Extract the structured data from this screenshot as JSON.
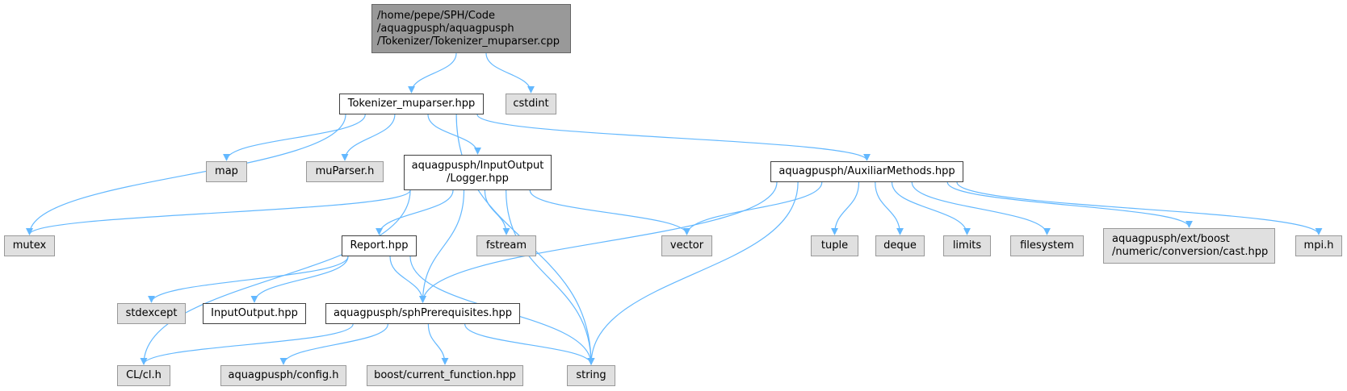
{
  "edge_color": "#63b8ff",
  "nodes": {
    "root": {
      "lines": [
        "/home/pepe/SPH/Code",
        "/aquagpusph/aquagpusph",
        "/Tokenizer/Tokenizer_muparser.cpp"
      ]
    },
    "tokenizer": {
      "lines": [
        "Tokenizer_muparser.hpp"
      ]
    },
    "cstdint": {
      "lines": [
        "cstdint"
      ]
    },
    "map": {
      "lines": [
        "map"
      ]
    },
    "muparser": {
      "lines": [
        "muParser.h"
      ]
    },
    "logger": {
      "lines": [
        "aquagpusph/InputOutput",
        "/Logger.hpp"
      ]
    },
    "auxiliar": {
      "lines": [
        "aquagpusph/AuxiliarMethods.hpp"
      ]
    },
    "mutex": {
      "lines": [
        "mutex"
      ]
    },
    "report": {
      "lines": [
        "Report.hpp"
      ]
    },
    "fstream": {
      "lines": [
        "fstream"
      ]
    },
    "vector": {
      "lines": [
        "vector"
      ]
    },
    "tuple": {
      "lines": [
        "tuple"
      ]
    },
    "deque": {
      "lines": [
        "deque"
      ]
    },
    "limits": {
      "lines": [
        "limits"
      ]
    },
    "filesystem": {
      "lines": [
        "filesystem"
      ]
    },
    "boostcast": {
      "lines": [
        "aquagpusph/ext/boost",
        "/numeric/conversion/cast.hpp"
      ]
    },
    "mpi": {
      "lines": [
        "mpi.h"
      ]
    },
    "stdexcept": {
      "lines": [
        "stdexcept"
      ]
    },
    "inputoutput": {
      "lines": [
        "InputOutput.hpp"
      ]
    },
    "sphprereq": {
      "lines": [
        "aquagpusph/sphPrerequisites.hpp"
      ]
    },
    "clh": {
      "lines": [
        "CL/cl.h"
      ]
    },
    "config": {
      "lines": [
        "aquagpusph/config.h"
      ]
    },
    "boostfunc": {
      "lines": [
        "boost/current_function.hpp"
      ]
    },
    "string": {
      "lines": [
        "string"
      ]
    }
  },
  "edges": [
    [
      "root",
      "tokenizer"
    ],
    [
      "root",
      "cstdint"
    ],
    [
      "tokenizer",
      "map"
    ],
    [
      "tokenizer",
      "muparser"
    ],
    [
      "tokenizer",
      "logger"
    ],
    [
      "tokenizer",
      "auxiliar"
    ],
    [
      "tokenizer",
      "mutex"
    ],
    [
      "tokenizer",
      "string"
    ],
    [
      "logger",
      "mutex"
    ],
    [
      "logger",
      "report"
    ],
    [
      "logger",
      "fstream"
    ],
    [
      "logger",
      "vector"
    ],
    [
      "logger",
      "sphprereq"
    ],
    [
      "logger",
      "clh"
    ],
    [
      "logger",
      "string"
    ],
    [
      "auxiliar",
      "vector"
    ],
    [
      "auxiliar",
      "tuple"
    ],
    [
      "auxiliar",
      "deque"
    ],
    [
      "auxiliar",
      "limits"
    ],
    [
      "auxiliar",
      "filesystem"
    ],
    [
      "auxiliar",
      "boostcast"
    ],
    [
      "auxiliar",
      "mpi"
    ],
    [
      "auxiliar",
      "sphprereq"
    ],
    [
      "auxiliar",
      "string"
    ],
    [
      "report",
      "stdexcept"
    ],
    [
      "report",
      "inputoutput"
    ],
    [
      "report",
      "sphprereq"
    ],
    [
      "report",
      "string"
    ],
    [
      "sphprereq",
      "clh"
    ],
    [
      "sphprereq",
      "config"
    ],
    [
      "sphprereq",
      "boostfunc"
    ],
    [
      "sphprereq",
      "string"
    ]
  ]
}
